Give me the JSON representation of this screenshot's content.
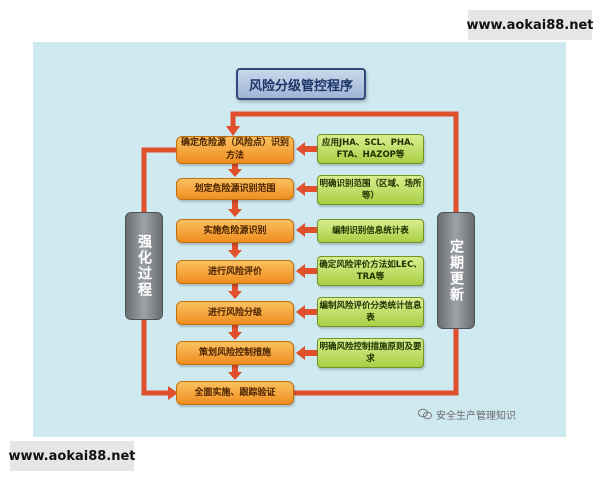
{
  "watermark": {
    "top": "www.aokai88.net",
    "bottom": "www.aokai88.net"
  },
  "title": "风险分级管控程序",
  "steps": [
    "确定危险源（风险点）识别方法",
    "划定危险源识别范围",
    "实施危险源识别",
    "进行风险评价",
    "进行风险分级",
    "策划风险控制措施",
    "全面实施、跟踪验证"
  ],
  "notes": [
    "应用JHA、SCL、PHA、FTA、HAZOP等",
    "明确识别范围（区域、场所等）",
    "编制识别信息统计表",
    "确定风险评价方法如LEC、TRA等",
    "编制风险评价分类统计信息表",
    "明确风险控制措施原则及要求"
  ],
  "side_left": "强化过程",
  "side_right": "定期更新",
  "footer": "安全生产管理知识",
  "colors": {
    "panel": "#cfe9f1",
    "step": "#f5a43c",
    "note": "#b9da5c",
    "arrow": "#e0502c",
    "side": "#7c8085",
    "title_border": "#2f4a7a"
  }
}
